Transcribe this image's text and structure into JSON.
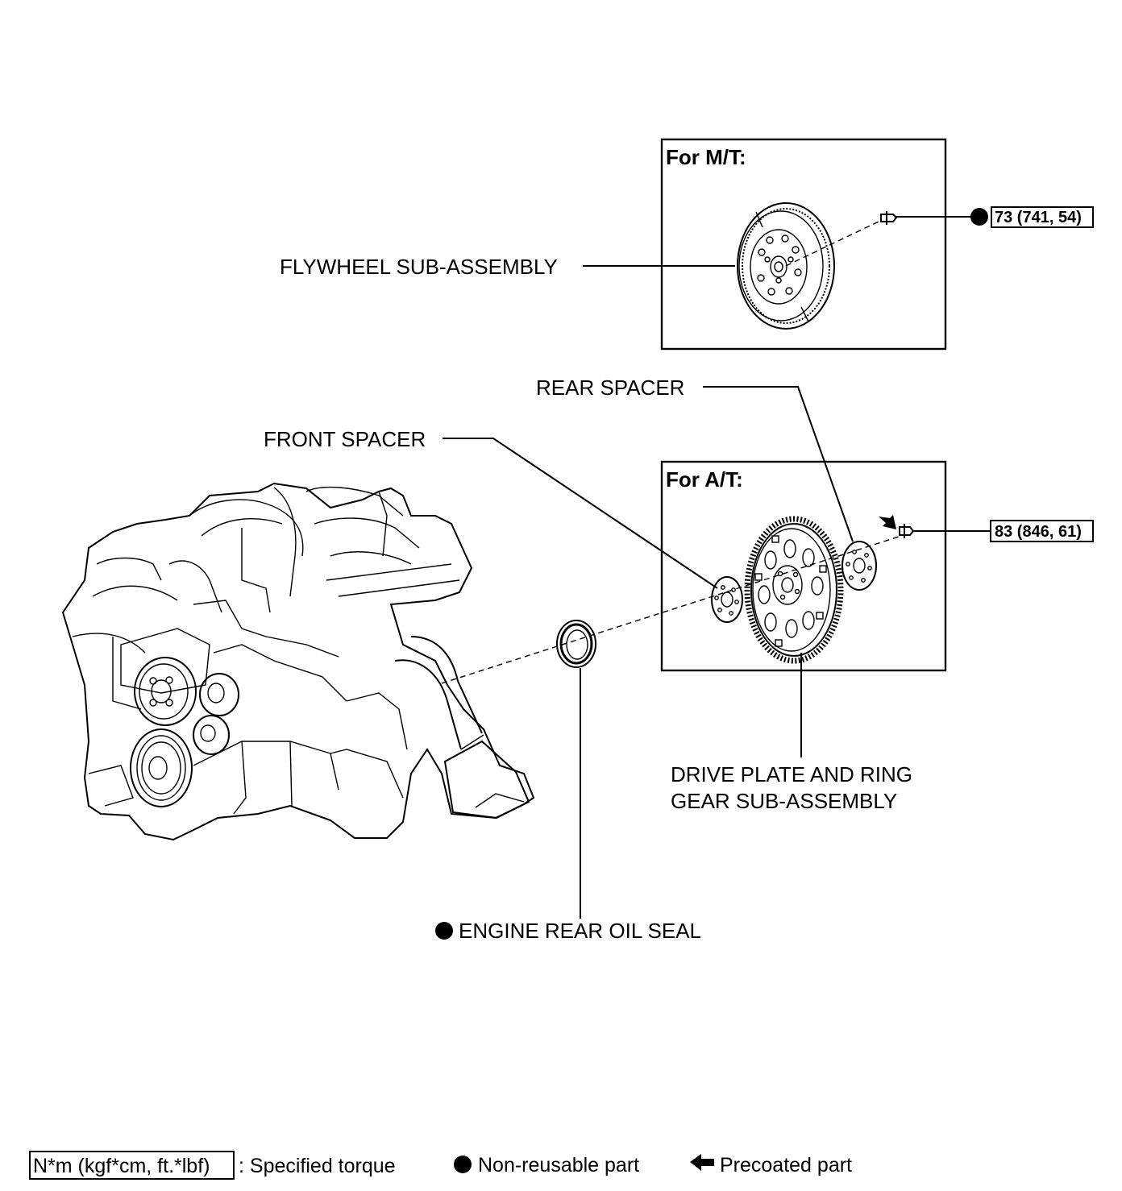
{
  "panels": {
    "mt_title": "For M/T:",
    "at_title": "For A/T:"
  },
  "labels": {
    "flywheel": "FLYWHEEL SUB-ASSEMBLY",
    "rear_spacer": "REAR SPACER",
    "front_spacer": "FRONT SPACER",
    "drive_plate_line1": "DRIVE PLATE AND RING",
    "drive_plate_line2": "GEAR SUB-ASSEMBLY",
    "oil_seal": "ENGINE REAR OIL SEAL"
  },
  "torque": {
    "mt_bolt": "73 (741, 54)",
    "at_bolt": "83 (846, 61)"
  },
  "legend": {
    "torque_box": "N*m (kgf*cm, ft.*lbf)",
    "torque_desc": ": Specified torque",
    "nonreusable": "Non-reusable part",
    "precoated": "Precoated part"
  },
  "colors": {
    "ink": "#000000",
    "paper": "#ffffff"
  }
}
